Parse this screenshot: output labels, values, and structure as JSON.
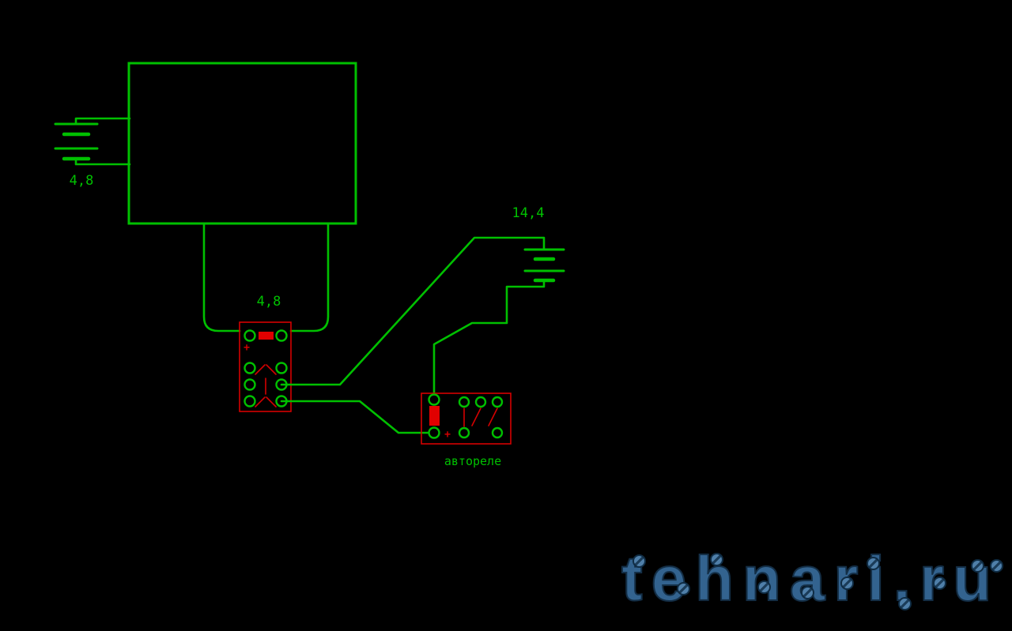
{
  "colors": {
    "background": "#000000",
    "trace": "#00c000",
    "component": "#d40000",
    "component_fill": "#e10000",
    "watermark_text": "#33638f",
    "screw_light": "#4f7fa9"
  },
  "schematic": {
    "battery_left": {
      "label": "4,8"
    },
    "relay_socket": {
      "label": "4,8",
      "plus": "+"
    },
    "battery_right": {
      "label": "14,4"
    },
    "auto_relay": {
      "label": "автореле",
      "plus": "+"
    }
  },
  "watermark": {
    "text": "tehnari.ru"
  }
}
